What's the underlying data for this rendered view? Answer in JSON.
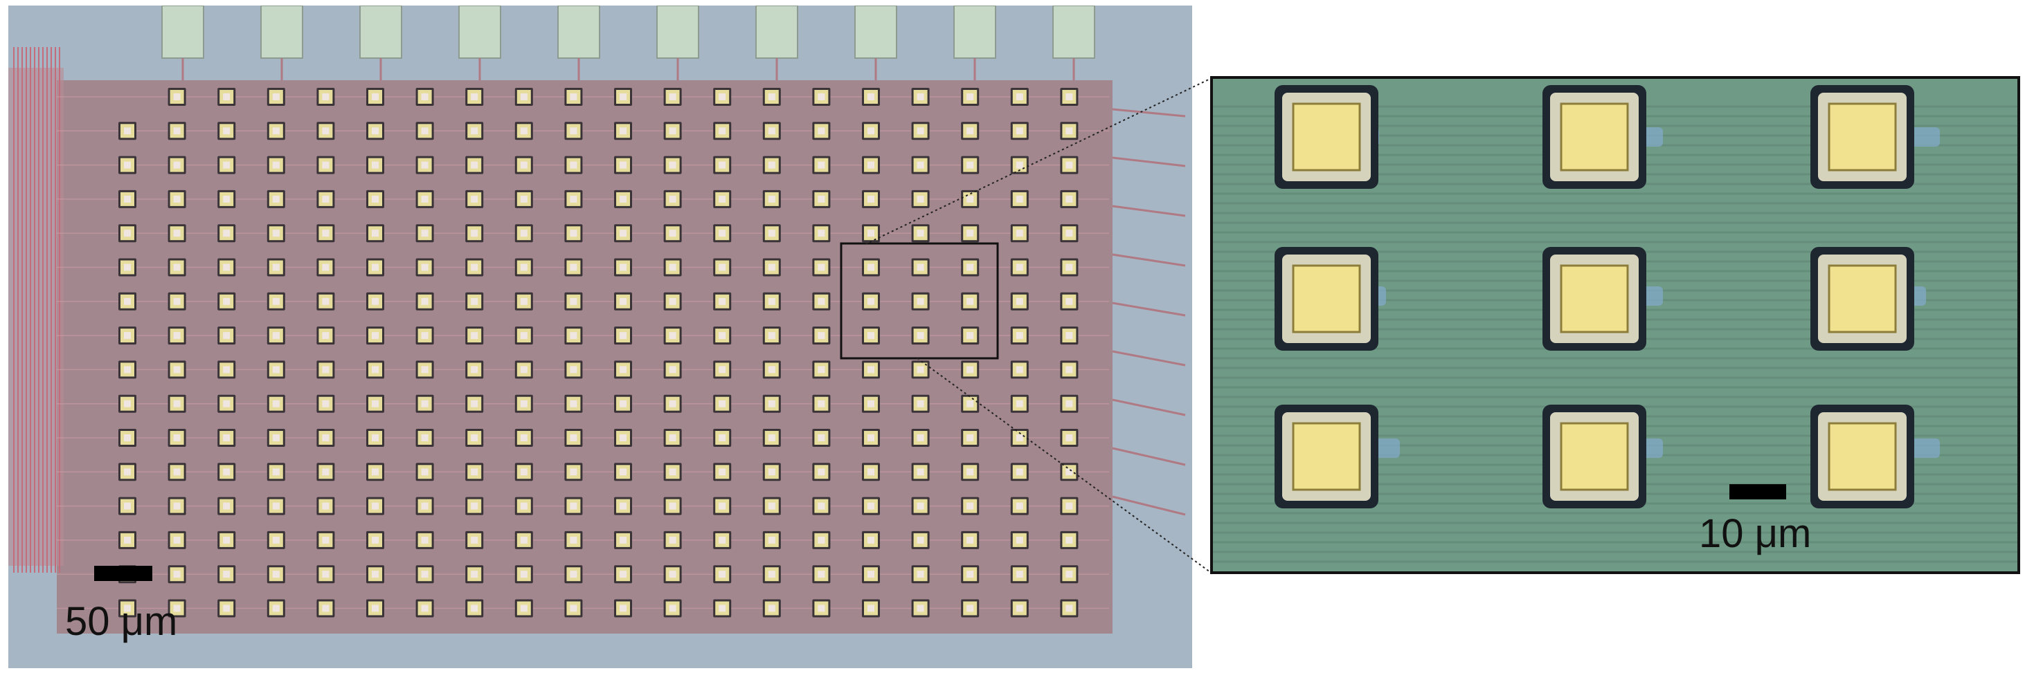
{
  "figure": {
    "left_scale_label": "50 μm",
    "right_scale_label": "10 μm",
    "left_panel": {
      "pad_rows": 16,
      "pad_columns": 20,
      "top_contact_tabs": 10,
      "colors": {
        "substrate": "#a6b6c4",
        "wiring": "#b87e88",
        "pad_gold": "#e6dc9c",
        "tab": "#c6d9c6"
      }
    },
    "zoom_box": {
      "rows": 3,
      "columns": 3
    },
    "right_panel": {
      "pad_rows": 3,
      "pad_columns": 3,
      "colors": {
        "background": "#6f9a86",
        "pad_gold": "#f0e28e",
        "pad_rim": "#1e2630"
      }
    }
  }
}
